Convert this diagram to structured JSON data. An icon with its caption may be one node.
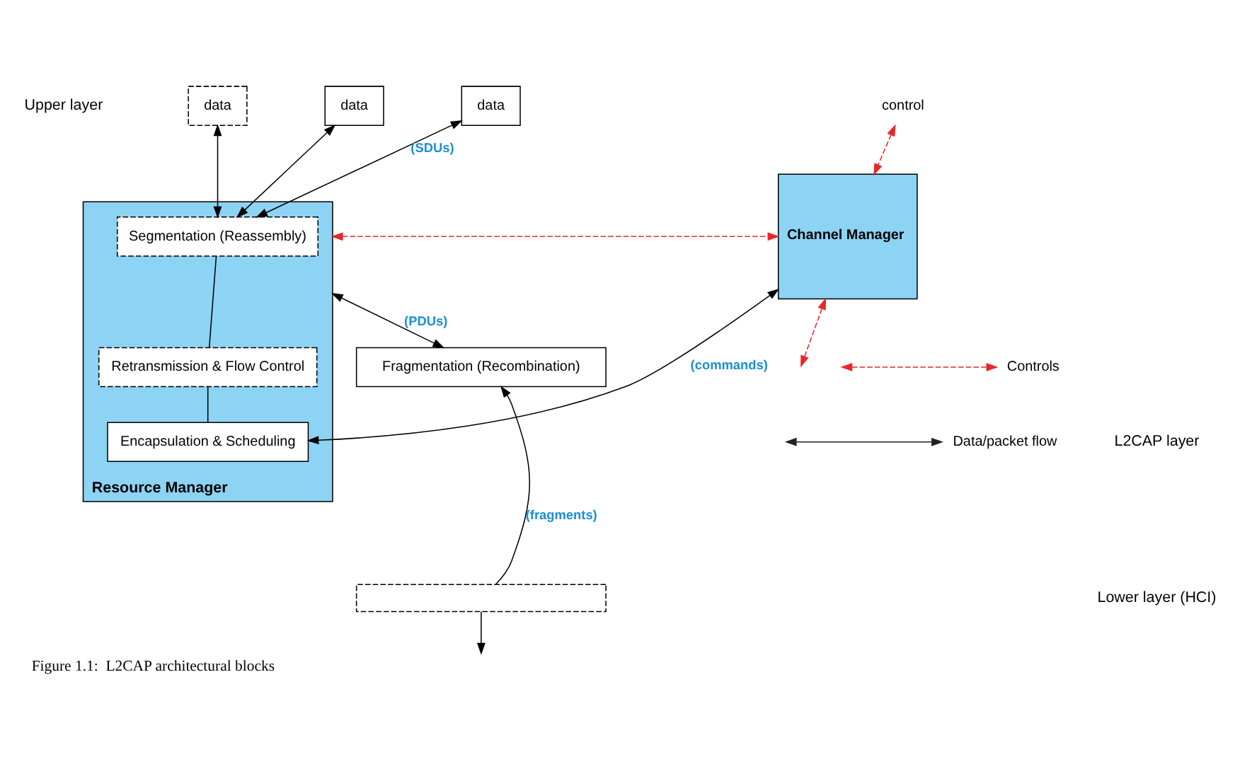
{
  "diagram": {
    "caption": "Figure 1.1:  L2CAP architectural blocks",
    "nodes": [
      {
        "text": [
          "data"
        ]
      },
      {
        "text": [
          "data"
        ]
      },
      {
        "text": [
          "data"
        ]
      },
      {
        "text": [
          "control"
        ]
      },
      {
        "text": [
          "Resource Manager"
        ]
      },
      {
        "text": [
          "Segmentation (Reassembly)"
        ],
        "in": 4
      },
      {
        "text": [
          "Retransmission & Flow Control"
        ],
        "in": 4
      },
      {
        "text": [
          "Encapsulation & Scheduling"
        ],
        "in": 4
      },
      {
        "text": [
          "Channel Manager"
        ]
      },
      {
        "text": [
          "Fragmentation (Recombination)"
        ]
      },
      {
        "text": [],
        "shape": "box"
      }
    ],
    "edges": [
      {
        "from": 0,
        "to": 5,
        "arrow": "both"
      },
      {
        "from": 1,
        "to": 5,
        "arrow": "both"
      },
      {
        "from": 2,
        "to": 5,
        "arrow": "both",
        "label": "(SDUs)"
      },
      {
        "from": 3,
        "to": 8,
        "arrow": "both",
        "style": "dashed",
        "color": "#e8262b"
      },
      {
        "from": 5,
        "to": 6,
        "arrow": "none"
      },
      {
        "from": 6,
        "to": 7,
        "arrow": "none"
      },
      {
        "from": 4,
        "to": 8,
        "arrow": "both",
        "style": "dashed",
        "color": "#e8262b"
      },
      {
        "from": 7,
        "to": 8,
        "arrow": "both",
        "label": "(commands)"
      },
      {
        "from": 4,
        "to": 9,
        "arrow": "both",
        "label": "(PDUs)"
      },
      {
        "from": 10,
        "to": 9,
        "arrow": "to",
        "label": "(fragments)"
      },
      {
        "from": 10,
        "to": null,
        "arrow": "to"
      },
      {
        "from": 8,
        "to": null,
        "arrow": "both",
        "style": "dashed",
        "color": "#e8262b"
      }
    ],
    "labels": [
      "Upper layer",
      "L2CAP layer",
      "Lower layer (HCI)"
    ],
    "legend": [
      {
        "text": "Controls"
      },
      {
        "text": "Data/packet flow"
      }
    ]
  }
}
